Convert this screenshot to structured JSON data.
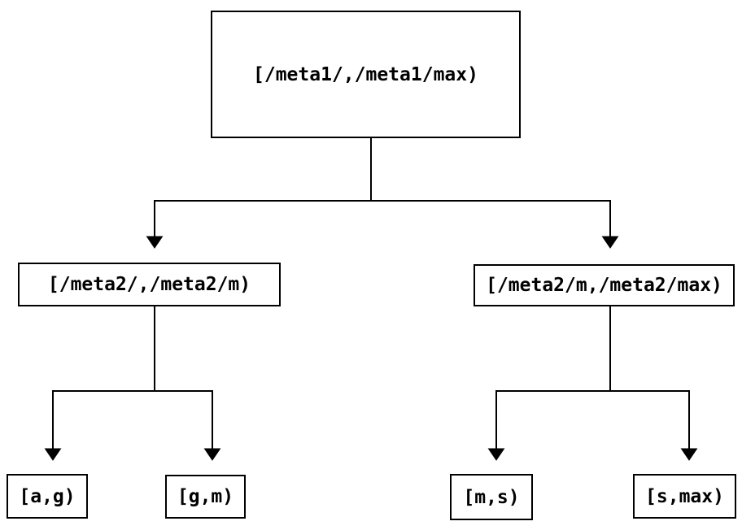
{
  "diagram": {
    "type": "binary-interval-tree",
    "background_color": "#ffffff",
    "line_color": "#000000",
    "nodes": {
      "root": {
        "label": "[/meta1/,/meta1/max)"
      },
      "left": {
        "label": "[/meta2/,/meta2/m)"
      },
      "right": {
        "label": "[/meta2/m,/meta2/max)"
      },
      "left_left": {
        "label": "[a,g)"
      },
      "left_right": {
        "label": "[g,m)"
      },
      "right_left": {
        "label": "[m,s)"
      },
      "right_right": {
        "label": "[s,max)"
      }
    },
    "edges": [
      {
        "from": "root",
        "to": "left"
      },
      {
        "from": "root",
        "to": "right"
      },
      {
        "from": "left",
        "to": "left_left"
      },
      {
        "from": "left",
        "to": "left_right"
      },
      {
        "from": "right",
        "to": "right_left"
      },
      {
        "from": "right",
        "to": "right_right"
      }
    ]
  }
}
